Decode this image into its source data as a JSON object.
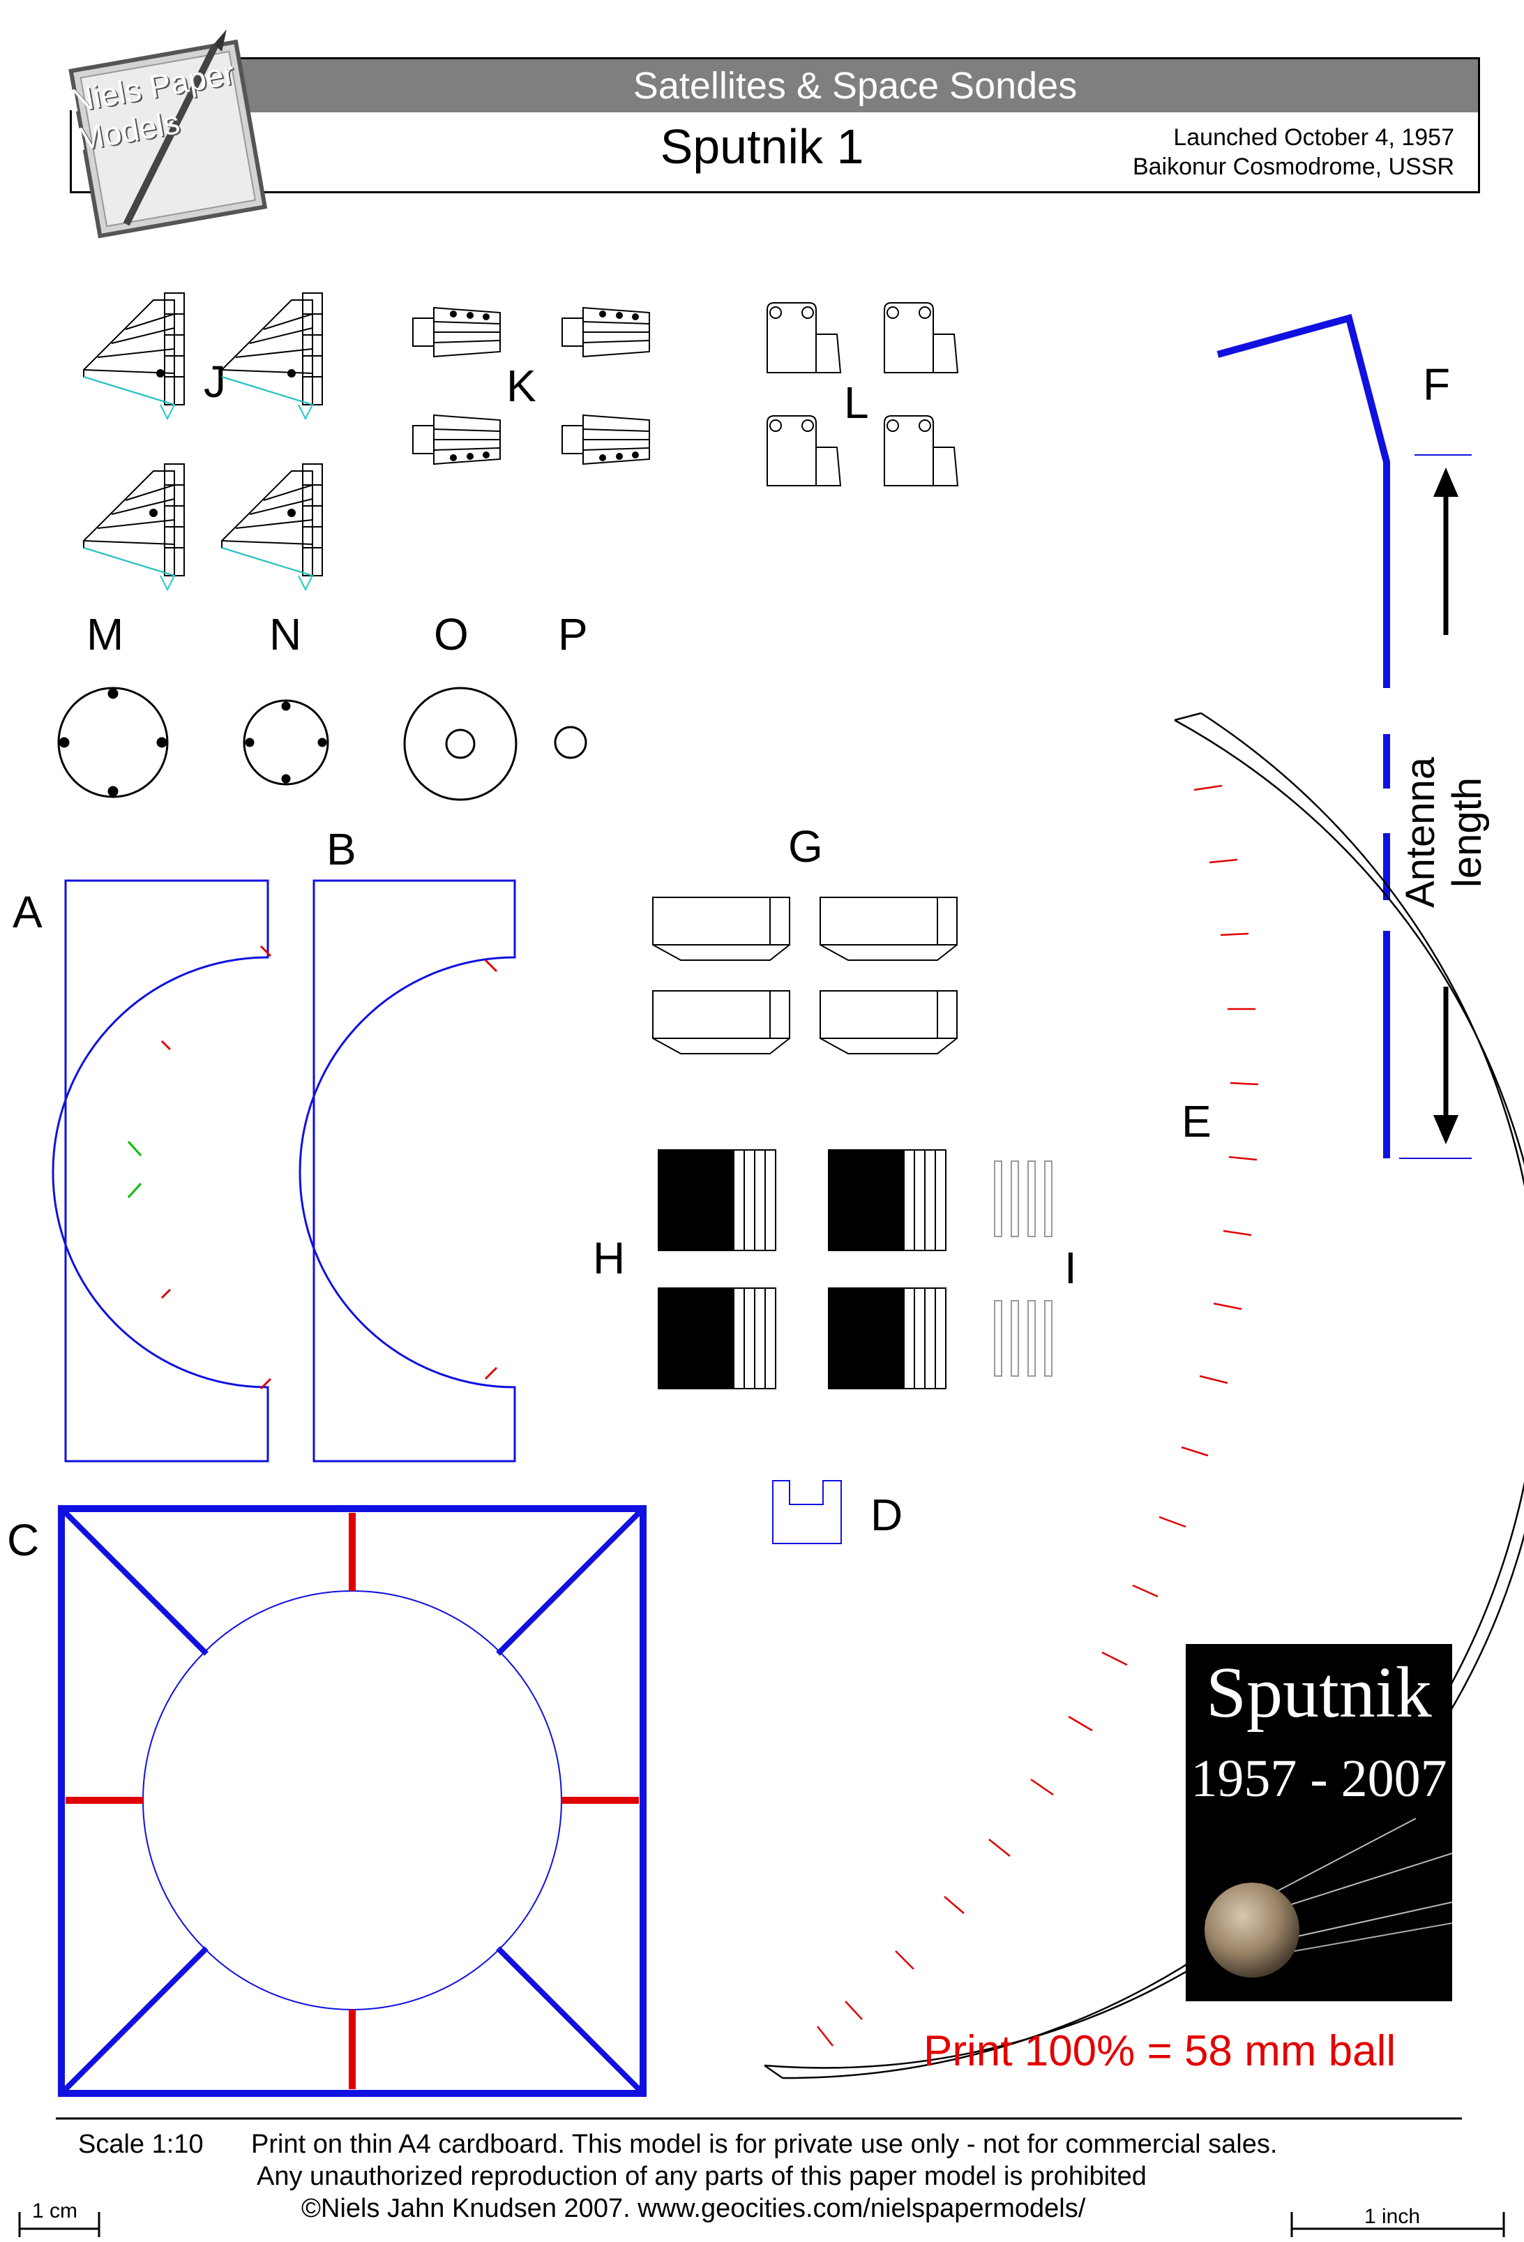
{
  "header": {
    "series": "Satellites & Space Sondes",
    "title": "Sputnik 1",
    "launch_date": "Launched October 4, 1957",
    "launch_site": "Baikonur Cosmodrome, USSR",
    "logo_text": "Niels Paper Models"
  },
  "part_labels": {
    "A": "A",
    "B": "B",
    "C": "C",
    "D": "D",
    "E": "E",
    "F": "F",
    "G": "G",
    "H": "H",
    "I": "I",
    "J": "J",
    "K": "K",
    "L": "L",
    "M": "M",
    "N": "N",
    "O": "O",
    "P": "P"
  },
  "antenna_label": "Antenna length",
  "poster": {
    "title": "Sputnik",
    "years": "1957 - 2007"
  },
  "print_note": "Print 100% = 58 mm ball",
  "footer": {
    "scale": "Scale 1:10",
    "line1": "Print on thin A4 cardboard.  This model is for private use only - not for commercial sales.",
    "line2": "Any unauthorized reproduction of any parts of this paper model is prohibited",
    "line3": "©Niels Jahn Knudsen 2007. www.geocities.com/nielspapermodels/",
    "scale_cm": "1 cm",
    "scale_inch": "1 inch"
  },
  "colors": {
    "outline_blue": "#1010e0",
    "fold_red": "#e00000",
    "header_gray": "#7f7f7f",
    "text_red": "#e30000"
  }
}
